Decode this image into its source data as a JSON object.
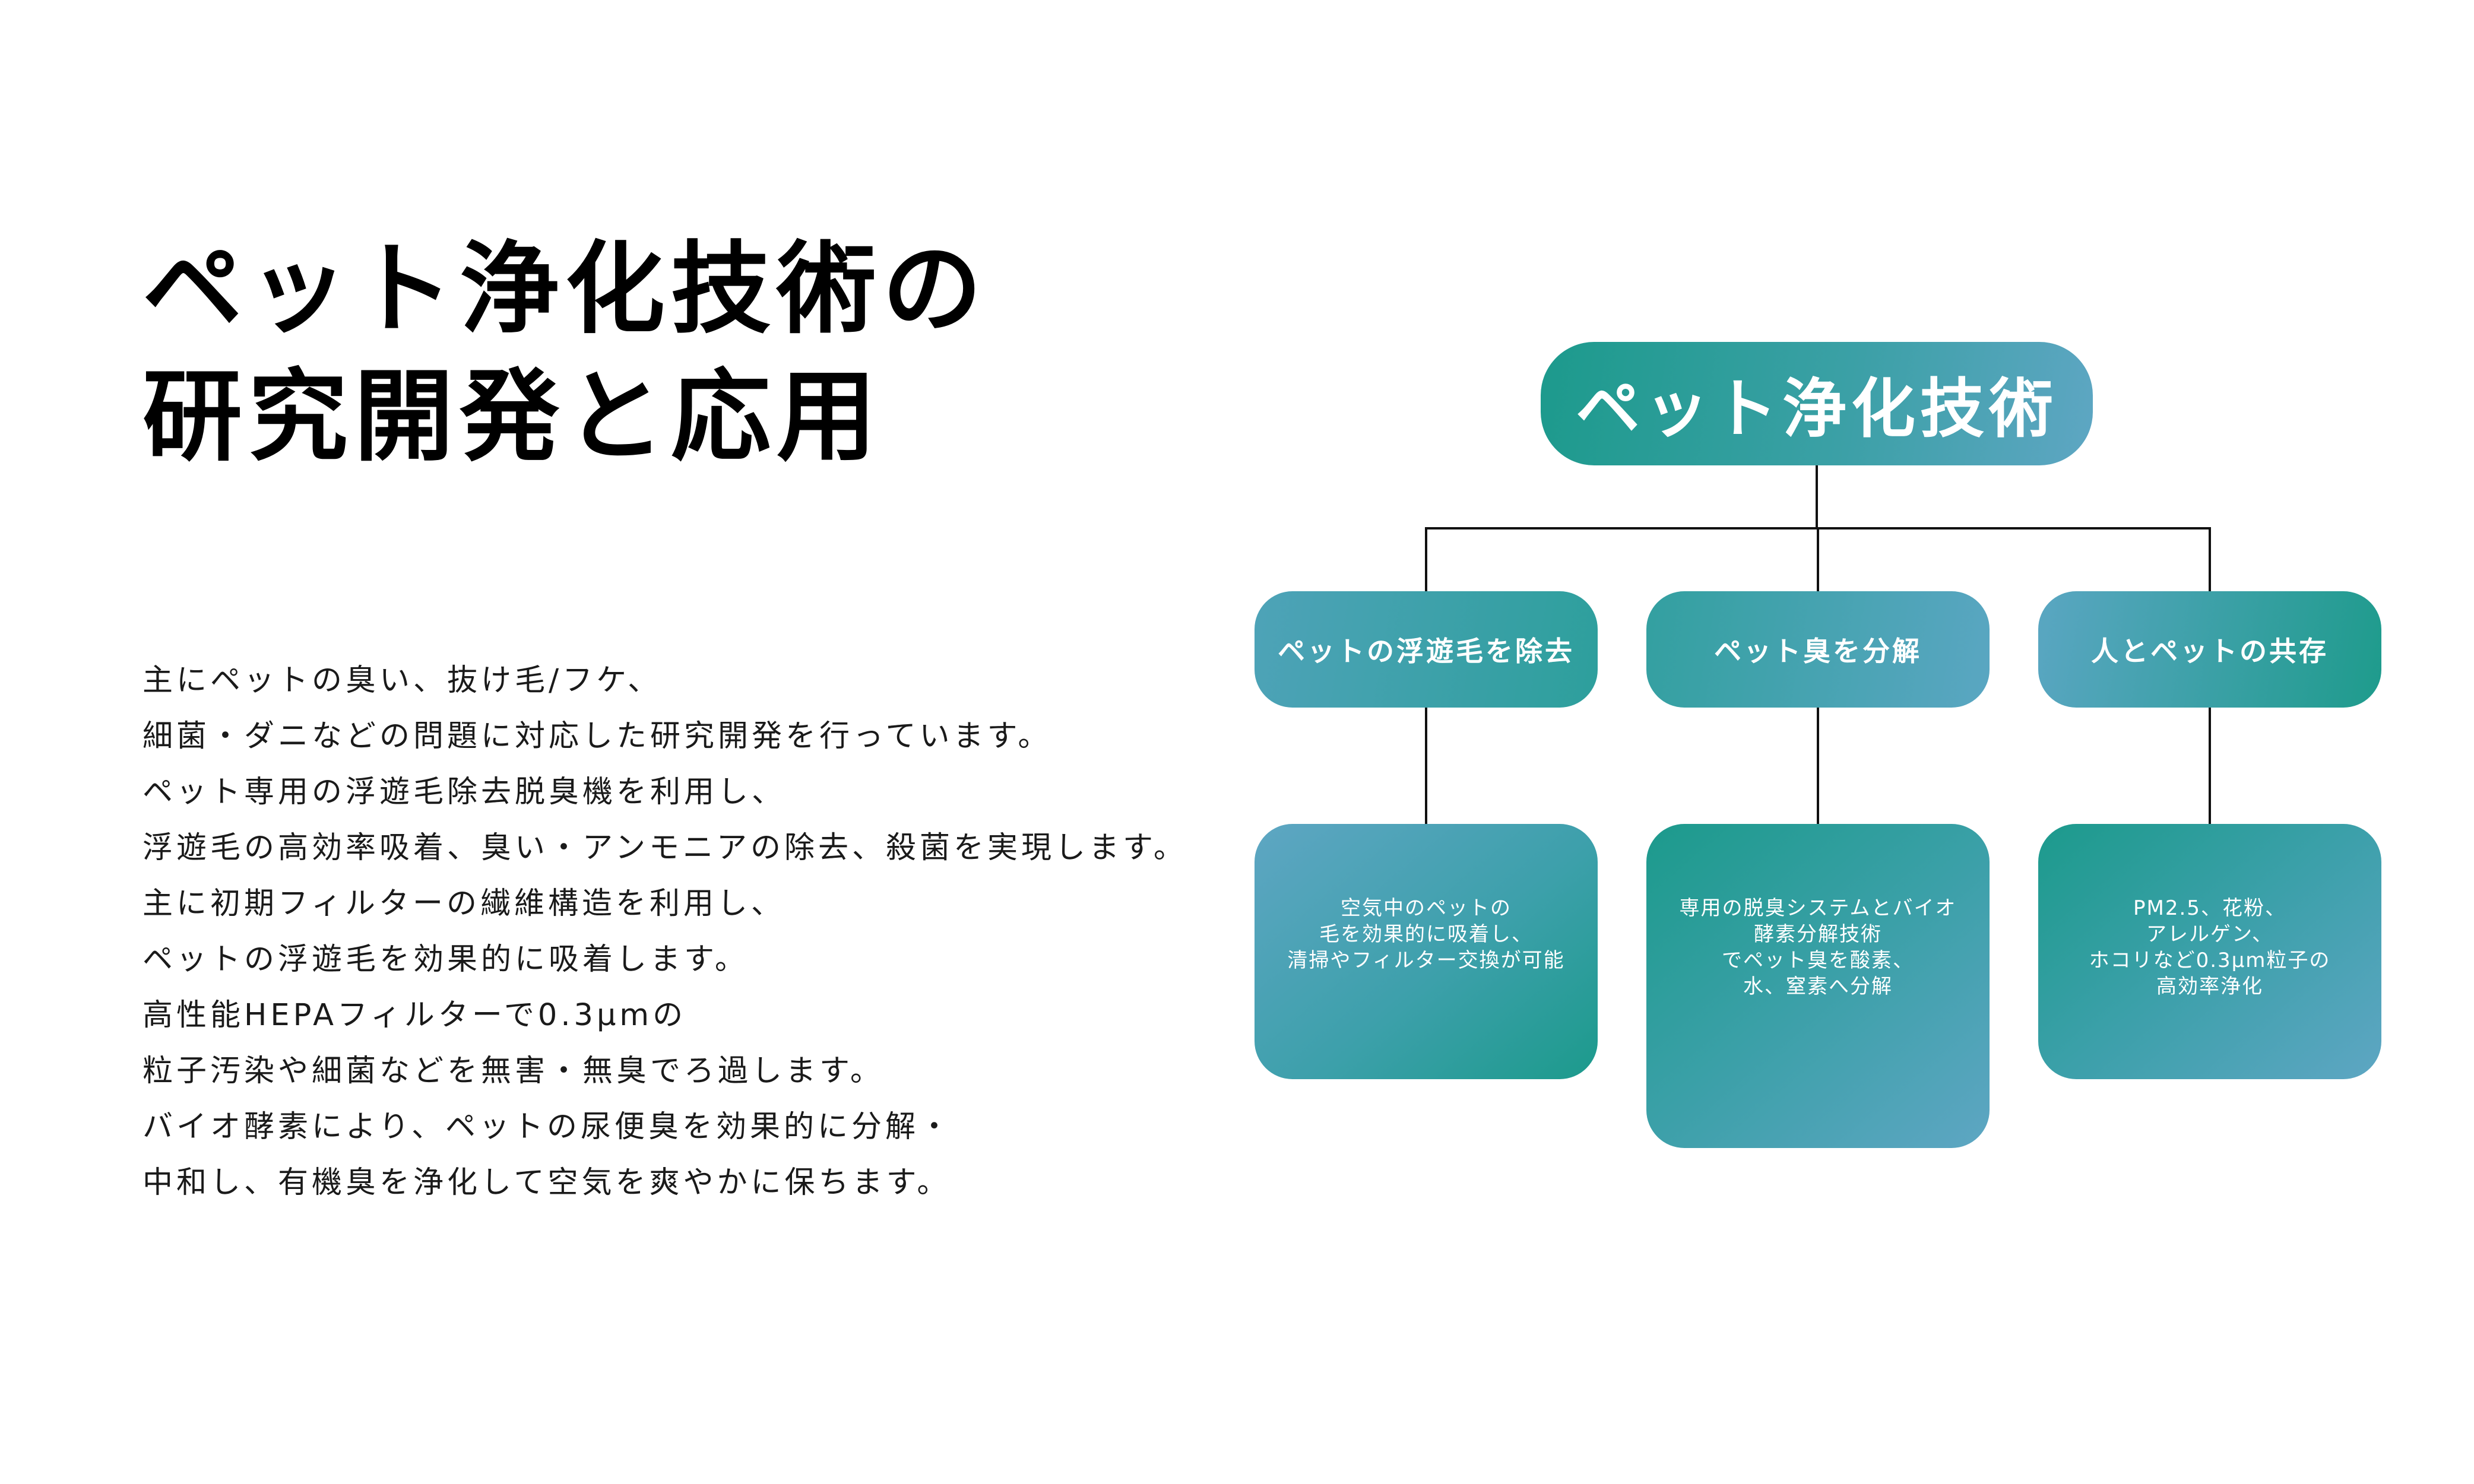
{
  "title_lines": [
    "ペット浄化技術の",
    "研究開発と応用"
  ],
  "body_lines": [
    "主にペットの臭い、抜け毛/フケ、",
    "細菌・ダニなどの問題に対応した研究開発を行っています。",
    "ペット専用の浮遊毛除去脱臭機を利用し、",
    "浮遊毛の高効率吸着、臭い・アンモニアの除去、殺菌を実現します。",
    "主に初期フィルターの繊維構造を利用し、",
    "ペットの浮遊毛を効果的に吸着します。",
    "高性能HEPAフィルターで0.3μmの",
    "粒子汚染や細菌などを無害・無臭でろ過します。",
    "バイオ酵素により、ペットの尿便臭を効果的に分解・",
    "中和し、有機臭を浄化して空気を爽やかに保ちます。"
  ],
  "diagram": {
    "root": "ペット浄化技術",
    "branches": [
      {
        "label": "ペットの浮遊毛を除去",
        "detail_lines": [
          "空気中のペットの",
          "毛を効果的に吸着し、",
          "清掃やフィルター交換が可能"
        ]
      },
      {
        "label": "ペット臭を分解",
        "detail_lines": [
          "専用の脱臭システムとバイオ",
          "酵素分解技術",
          "でペット臭を酸素、",
          "水、窒素へ分解"
        ]
      },
      {
        "label": "人とペットの共存",
        "detail_lines": [
          "PM2.5、花粉、",
          "アレルゲン、",
          "ホコリなど0.3μm粒子の",
          "高効率浄化"
        ]
      }
    ]
  },
  "colors": {
    "teal": "#1c9a8c",
    "blue": "#5ea6c3",
    "connector": "#111111"
  }
}
